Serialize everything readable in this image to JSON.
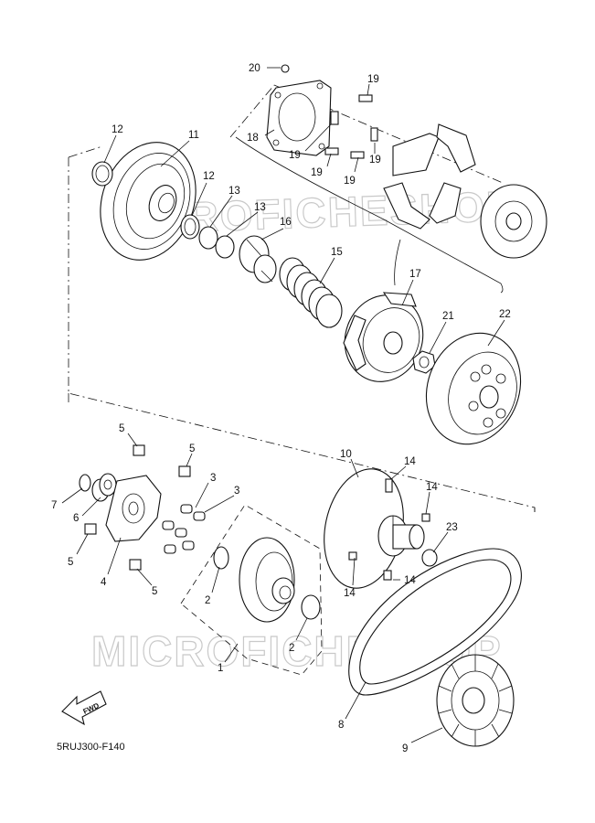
{
  "diagram_code": "5RUJ300-F140",
  "fwd_label": "FWD",
  "watermark": "MICROFICHESHOP",
  "callouts": [
    "20",
    "19",
    "18",
    "19",
    "19",
    "19",
    "19",
    "12",
    "11",
    "12",
    "13",
    "13",
    "16",
    "15",
    "17",
    "21",
    "22",
    "5",
    "5",
    "3",
    "3",
    "7",
    "6",
    "5",
    "4",
    "5",
    "10",
    "14",
    "14",
    "23",
    "14",
    "14",
    "2",
    "2",
    "1",
    "8",
    "9"
  ]
}
